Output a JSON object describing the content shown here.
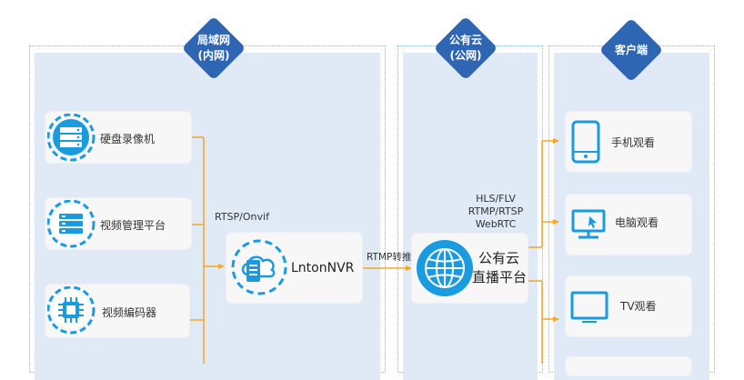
{
  "zones": {
    "lan": {
      "line1": "局域网",
      "line2": "(内网)"
    },
    "cloud": {
      "line1": "公有云",
      "line2": "(公网)"
    },
    "client": {
      "line1": "客户端"
    }
  },
  "devices": [
    {
      "label": "硬盘录像机",
      "icon": "server-icon"
    },
    {
      "label": "视频管理平台",
      "icon": "rack-icon"
    },
    {
      "label": "视频编码器",
      "icon": "chip-icon"
    }
  ],
  "edges": {
    "device_to_nvr": "RTSP/Onvif",
    "nvr_to_cloud": "RTMP转推"
  },
  "nvr": {
    "label": "LntonNVR",
    "icon": "cloud-server-icon"
  },
  "cloud_platform": {
    "line1": "公有云",
    "line2": "直播平台",
    "icon": "globe-icon"
  },
  "protocols": [
    "HLS/FLV",
    "RTMP/RTSP",
    "WebRTC"
  ],
  "clients": [
    {
      "label": "手机观看",
      "icon": "phone-icon"
    },
    {
      "label": "电脑观看",
      "icon": "monitor-icon"
    },
    {
      "label": "TV观看",
      "icon": "tv-icon"
    }
  ],
  "colors": {
    "accent": "#1a9be0",
    "zone_header": "#2f66b3",
    "connector": "#f5a623"
  }
}
